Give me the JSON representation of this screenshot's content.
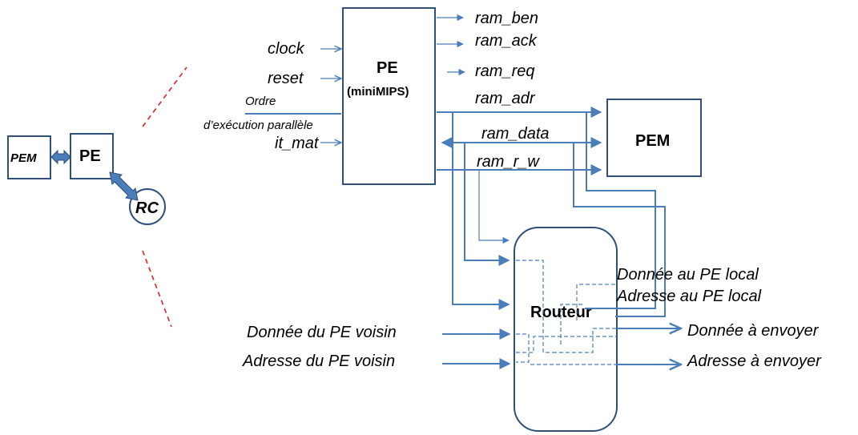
{
  "colors": {
    "wire": "#4a7ebb",
    "box_border": "#2f4f7a",
    "guide": "#e02020"
  },
  "mini": {
    "pem": "PEM",
    "pe": "PE",
    "rc": "RC"
  },
  "pe_block": {
    "title": "PE",
    "subtitle": "(miniMIPS)"
  },
  "pem_block": {
    "title": "PEM"
  },
  "router_block": {
    "title": "Routeur"
  },
  "inputs": {
    "clock": "clock",
    "reset": "reset",
    "ordre_line1": "Ordre",
    "ordre_line2": "d’exécution parallèle",
    "it_mat": "it_mat"
  },
  "outputs": {
    "ram_ben": "ram_ben",
    "ram_ack": "ram_ack",
    "ram_req": "ram_req",
    "ram_adr": "ram_adr",
    "ram_data": "ram_data",
    "ram_r_w": "ram_r_w"
  },
  "router_io": {
    "donnee_pe_local": "Donnée au PE local",
    "adresse_pe_local": "Adresse au PE local",
    "donnee_voisin": "Donnée du PE voisin",
    "adresse_voisin": "Adresse du PE voisin",
    "donnee_envoyer": "Donnée à envoyer",
    "adresse_envoyer": "Adresse à envoyer"
  }
}
